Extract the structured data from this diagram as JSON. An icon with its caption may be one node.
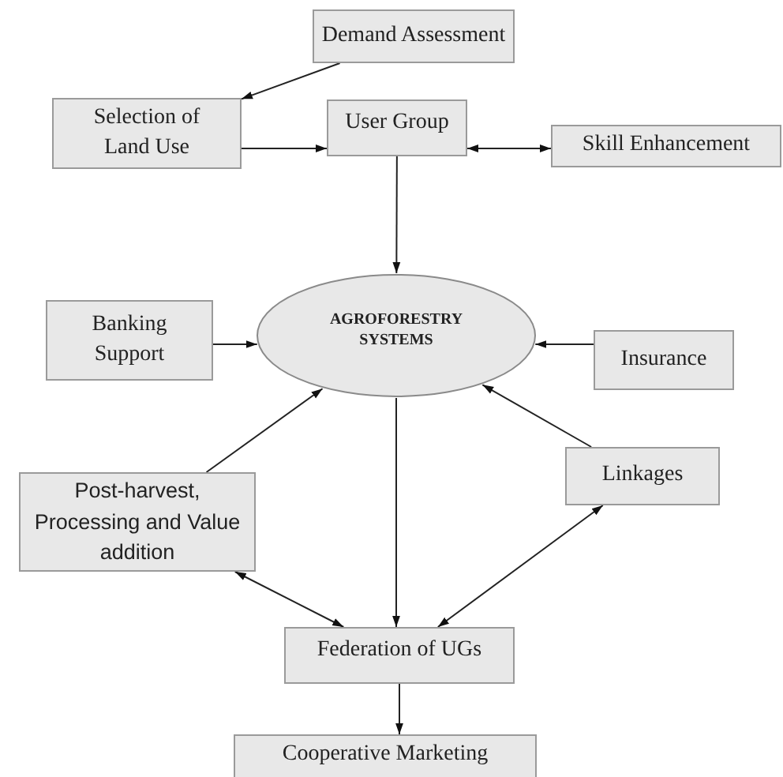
{
  "diagram": {
    "nodes": [
      {
        "text": [
          "Demand Assessment"
        ]
      },
      {
        "text": [
          "Selection of Land Use"
        ]
      },
      {
        "text": [
          "User Group"
        ]
      },
      {
        "text": [
          "Skill Enhancement"
        ]
      },
      {
        "text": [
          "Banking Support"
        ]
      },
      {
        "text": [
          "AGROFORESTRY SYSTEMS"
        ]
      },
      {
        "text": [
          "Insurance"
        ]
      },
      {
        "text": [
          "Post-harvest, Processing and Value addition"
        ]
      },
      {
        "text": [
          "Linkages"
        ]
      },
      {
        "text": [
          "Federation of UGs"
        ]
      },
      {
        "text": [
          "Cooperative Marketing"
        ]
      }
    ],
    "edges": [
      {
        "from": 0,
        "to": 1,
        "arrow": "to"
      },
      {
        "from": 1,
        "to": 2,
        "arrow": "to"
      },
      {
        "from": 2,
        "to": 3,
        "arrow": "both"
      },
      {
        "from": 2,
        "to": 5,
        "arrow": "to"
      },
      {
        "from": 4,
        "to": 5,
        "arrow": "to"
      },
      {
        "from": 6,
        "to": 5,
        "arrow": "to"
      },
      {
        "from": 7,
        "to": 5,
        "arrow": "to"
      },
      {
        "from": 8,
        "to": 5,
        "arrow": "to"
      },
      {
        "from": 5,
        "to": 9,
        "arrow": "to"
      },
      {
        "from": 7,
        "to": 9,
        "arrow": "both"
      },
      {
        "from": 8,
        "to": 9,
        "arrow": "both"
      },
      {
        "from": 9,
        "to": 10,
        "arrow": "to"
      }
    ]
  }
}
